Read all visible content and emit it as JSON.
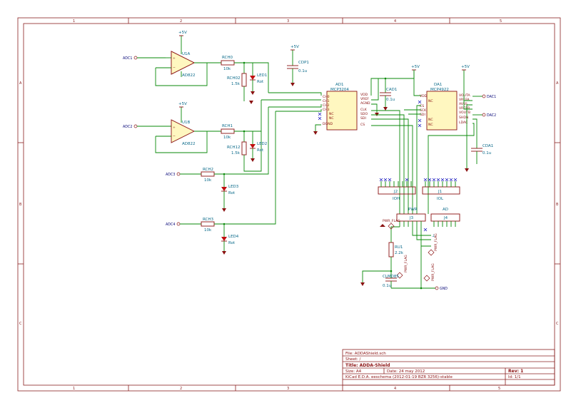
{
  "title_block": {
    "file": "File: ADDAShield.sch",
    "sheet": "Sheet: /",
    "title": "Title: ADDA-Shield",
    "size": "Size: A4",
    "date": "Date: 24 may 2012",
    "rev": "Rev: 1",
    "app": "KiCad E.D.A.  eeschema (2012-01-19 BZR 3256)-stable",
    "id": "Id: 1/1"
  },
  "border": {
    "top_numbers": [
      "1",
      "2",
      "3",
      "4",
      "5"
    ],
    "bottom_numbers": [
      "1",
      "2",
      "3",
      "4",
      "5"
    ],
    "left_letters": [
      "A",
      "B",
      "C"
    ],
    "right_letters": [
      "A",
      "B",
      "C"
    ]
  },
  "inputs": {
    "adc1": "ADC1",
    "adc2": "ADC2",
    "adc3": "ADC3",
    "adc4": "ADC4"
  },
  "opamps": {
    "u1a_ref": "U1A",
    "u1a_val": "AD822",
    "u1b_ref": "U1B",
    "u1b_val": "AD822"
  },
  "resistors": {
    "rch0": "RCH0",
    "rch0_val": "10k",
    "rch02": "RCH02",
    "rch02_val": "1.5k",
    "rch1": "RCH1",
    "rch1_val": "10k",
    "rch12": "RCH12",
    "rch12_val": "1.5k",
    "rch2": "RCH2",
    "rch2_val": "10k",
    "rch3": "RCH3",
    "rch3_val": "10k",
    "ru1": "RU1",
    "ru1_val": "2.2k"
  },
  "leds": {
    "led1": "LED1",
    "led1_val": "Rot",
    "led2": "LED2",
    "led2_val": "Rot",
    "led3": "LED3",
    "led3_val": "Rot",
    "led4": "LED4",
    "led4_val": "Rot"
  },
  "caps": {
    "cdp1": "CDP1",
    "cdp1_val": "0.1u",
    "cad1": "CAD1",
    "cad1_val": "0.1u",
    "cda1": "CDA1",
    "cda1_val": "0.1u",
    "cl": "CLMD85",
    "cl_val": "0.1u"
  },
  "adc": {
    "ref": "AD1",
    "val": "MCP3204",
    "pins_left": [
      "CH0",
      "CH1",
      "CH2",
      "CH3",
      "NC",
      "NC",
      "DGND"
    ],
    "pins_right": [
      "VDD",
      "VREF",
      "AGND",
      "CLK",
      "SDO",
      "SDI",
      "CS"
    ]
  },
  "dac": {
    "ref": "DA1",
    "val": "MCP4922",
    "pins_left": [
      "VDD",
      "NC",
      "CS",
      "SCK",
      "SDI",
      "NC",
      "NC"
    ],
    "pins_right": [
      "VOUTA",
      "VREFA",
      "AVSS",
      "VREFB",
      "VOUTB",
      "SHDN",
      "LDAC"
    ]
  },
  "headers": {
    "j2": "J2",
    "j2_val": "IOH",
    "j1": "J1",
    "j1_val": "IOL",
    "j3_ref": "PWR",
    "j3": "J3",
    "j4_ref": "AD",
    "j4": "J4"
  },
  "outputs": {
    "dac1": "DAC1",
    "dac2": "DAC2"
  },
  "power": {
    "vcc": "+5V",
    "gnd": "GND",
    "pwr_flag": "PWR_FLAG"
  }
}
